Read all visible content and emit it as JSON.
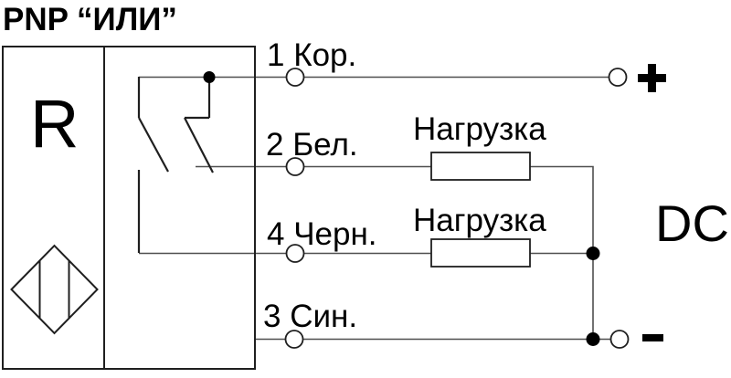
{
  "title": "PNP “ИЛИ”",
  "sensor": {
    "designator": "R",
    "symbols": [
      "optical-sensor-diamond",
      "two-no-switches"
    ]
  },
  "pins": [
    {
      "number": "1",
      "wire_color": "Кор.",
      "label": "1 Кор."
    },
    {
      "number": "2",
      "wire_color": "Бел.",
      "label": "2 Бел."
    },
    {
      "number": "4",
      "wire_color": "Черн.",
      "label": "4 Черн."
    },
    {
      "number": "3",
      "wire_color": "Син.",
      "label": "3 Син."
    }
  ],
  "loads": {
    "load1": "Нагрузка",
    "load2": "Нагрузка"
  },
  "supply": {
    "type": "DC",
    "positive": "+",
    "negative": "−"
  },
  "colors": {
    "line": "#1f1f1f",
    "wire": "#4f4f4f",
    "text": "#000000",
    "background": "#ffffff"
  }
}
